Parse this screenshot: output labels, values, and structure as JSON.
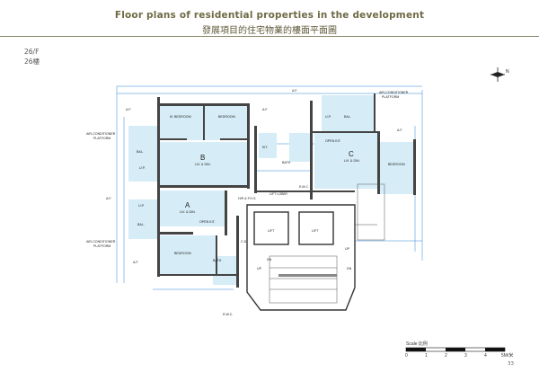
{
  "header": {
    "title_en": "Floor plans of residential properties in the development",
    "title_zh": "發展項目的住宅物業的樓面平面圖"
  },
  "floor": {
    "en": "26/F",
    "zh": "26樓"
  },
  "units": {
    "a": "A",
    "b": "B",
    "c": "C"
  },
  "rooms": {
    "m_bedroom": "M. BEDROOM",
    "bedroom": "BEDROOM",
    "liv_din": "LIV. & DIN.",
    "bal": "BAL.",
    "up": "U.P.",
    "af": "A.F.",
    "ac_platform_1": "AIR-CONDITIONER",
    "ac_platform_2": "PLATFORM",
    "kit": "KIT.",
    "bath": "BATH",
    "open_kit": "OPEN KIT.",
    "emc": "E.M.C.",
    "lift_lobby": "LIFT LOBBY",
    "hr_fhs": "H/R & F.H.S.",
    "lift": "LIFT",
    "cd": "C.D.",
    "up_stair": "UP",
    "dn": "DN",
    "rwc": "R.W.C."
  },
  "scale": {
    "label": "Scale 比例",
    "ticks": [
      "0",
      "1",
      "2",
      "3",
      "4",
      "5M/米"
    ]
  },
  "page_number": "33"
}
